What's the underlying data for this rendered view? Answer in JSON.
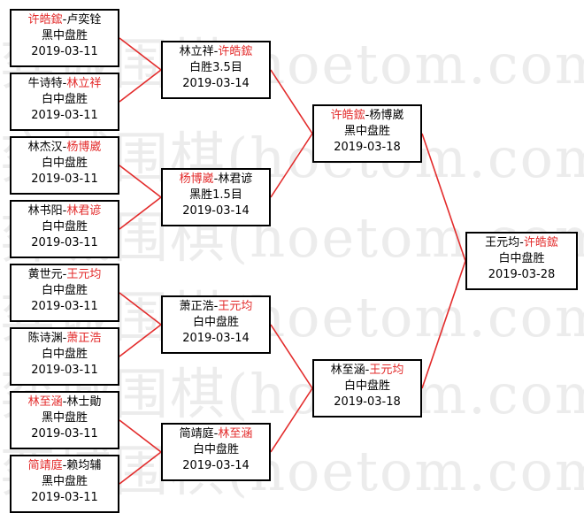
{
  "watermark": "弈城围棋(hoetom.com)",
  "colors": {
    "winner": "#e32b2b",
    "lines": "#e32b2b",
    "border": "#000000"
  },
  "round1": [
    {
      "id": "r1m1",
      "left": "许皓鋐",
      "sep": "-",
      "right": "卢奕铨",
      "winner": "left",
      "result": "黑中盘胜",
      "date": "2019-03-11"
    },
    {
      "id": "r1m2",
      "left": "牛诗特",
      "sep": "-",
      "right": "林立祥",
      "winner": "right",
      "result": "白中盘胜",
      "date": "2019-03-11"
    },
    {
      "id": "r1m3",
      "left": "林杰汉",
      "sep": "-",
      "right": "杨博崴",
      "winner": "right",
      "result": "白中盘胜",
      "date": "2019-03-11"
    },
    {
      "id": "r1m4",
      "left": "林书阳",
      "sep": "-",
      "right": "林君谚",
      "winner": "right",
      "result": "白中盘胜",
      "date": "2019-03-11"
    },
    {
      "id": "r1m5",
      "left": "黄世元",
      "sep": "-",
      "right": "王元均",
      "winner": "right",
      "result": "白中盘胜",
      "date": "2019-03-11"
    },
    {
      "id": "r1m6",
      "left": "陈诗渊",
      "sep": "-",
      "right": "萧正浩",
      "winner": "right",
      "result": "白中盘胜",
      "date": "2019-03-11"
    },
    {
      "id": "r1m7",
      "left": "林至涵",
      "sep": "-",
      "right": "林士勛",
      "winner": "left",
      "result": "黑中盘胜",
      "date": "2019-03-11"
    },
    {
      "id": "r1m8",
      "left": "简靖庭",
      "sep": "-",
      "right": "赖均辅",
      "winner": "left",
      "result": "黑中盘胜",
      "date": "2019-03-11"
    }
  ],
  "round2": [
    {
      "id": "r2m1",
      "left": "林立祥",
      "sep": "-",
      "right": "许皓鋐",
      "winner": "right",
      "result": "白胜3.5目",
      "date": "2019-03-14"
    },
    {
      "id": "r2m2",
      "left": "杨博崴",
      "sep": "-",
      "right": "林君谚",
      "winner": "left",
      "result": "黑胜1.5目",
      "date": "2019-03-14"
    },
    {
      "id": "r2m3",
      "left": "萧正浩",
      "sep": "-",
      "right": "王元均",
      "winner": "right",
      "result": "白中盘胜",
      "date": "2019-03-14"
    },
    {
      "id": "r2m4",
      "left": "简靖庭",
      "sep": "-",
      "right": "林至涵",
      "winner": "right",
      "result": "白中盘胜",
      "date": "2019-03-14"
    }
  ],
  "round3": [
    {
      "id": "r3m1",
      "left": "许皓鋐",
      "sep": "-",
      "right": "杨博崴",
      "winner": "left",
      "result": "黑中盘胜",
      "date": "2019-03-18"
    },
    {
      "id": "r3m2",
      "left": "林至涵",
      "sep": "-",
      "right": "王元均",
      "winner": "right",
      "result": "白中盘胜",
      "date": "2019-03-18"
    }
  ],
  "final": [
    {
      "id": "f1",
      "left": "王元均",
      "sep": "-",
      "right": "许皓鋐",
      "winner": "right",
      "result": "白中盘胜",
      "date": "2019-03-28"
    }
  ]
}
